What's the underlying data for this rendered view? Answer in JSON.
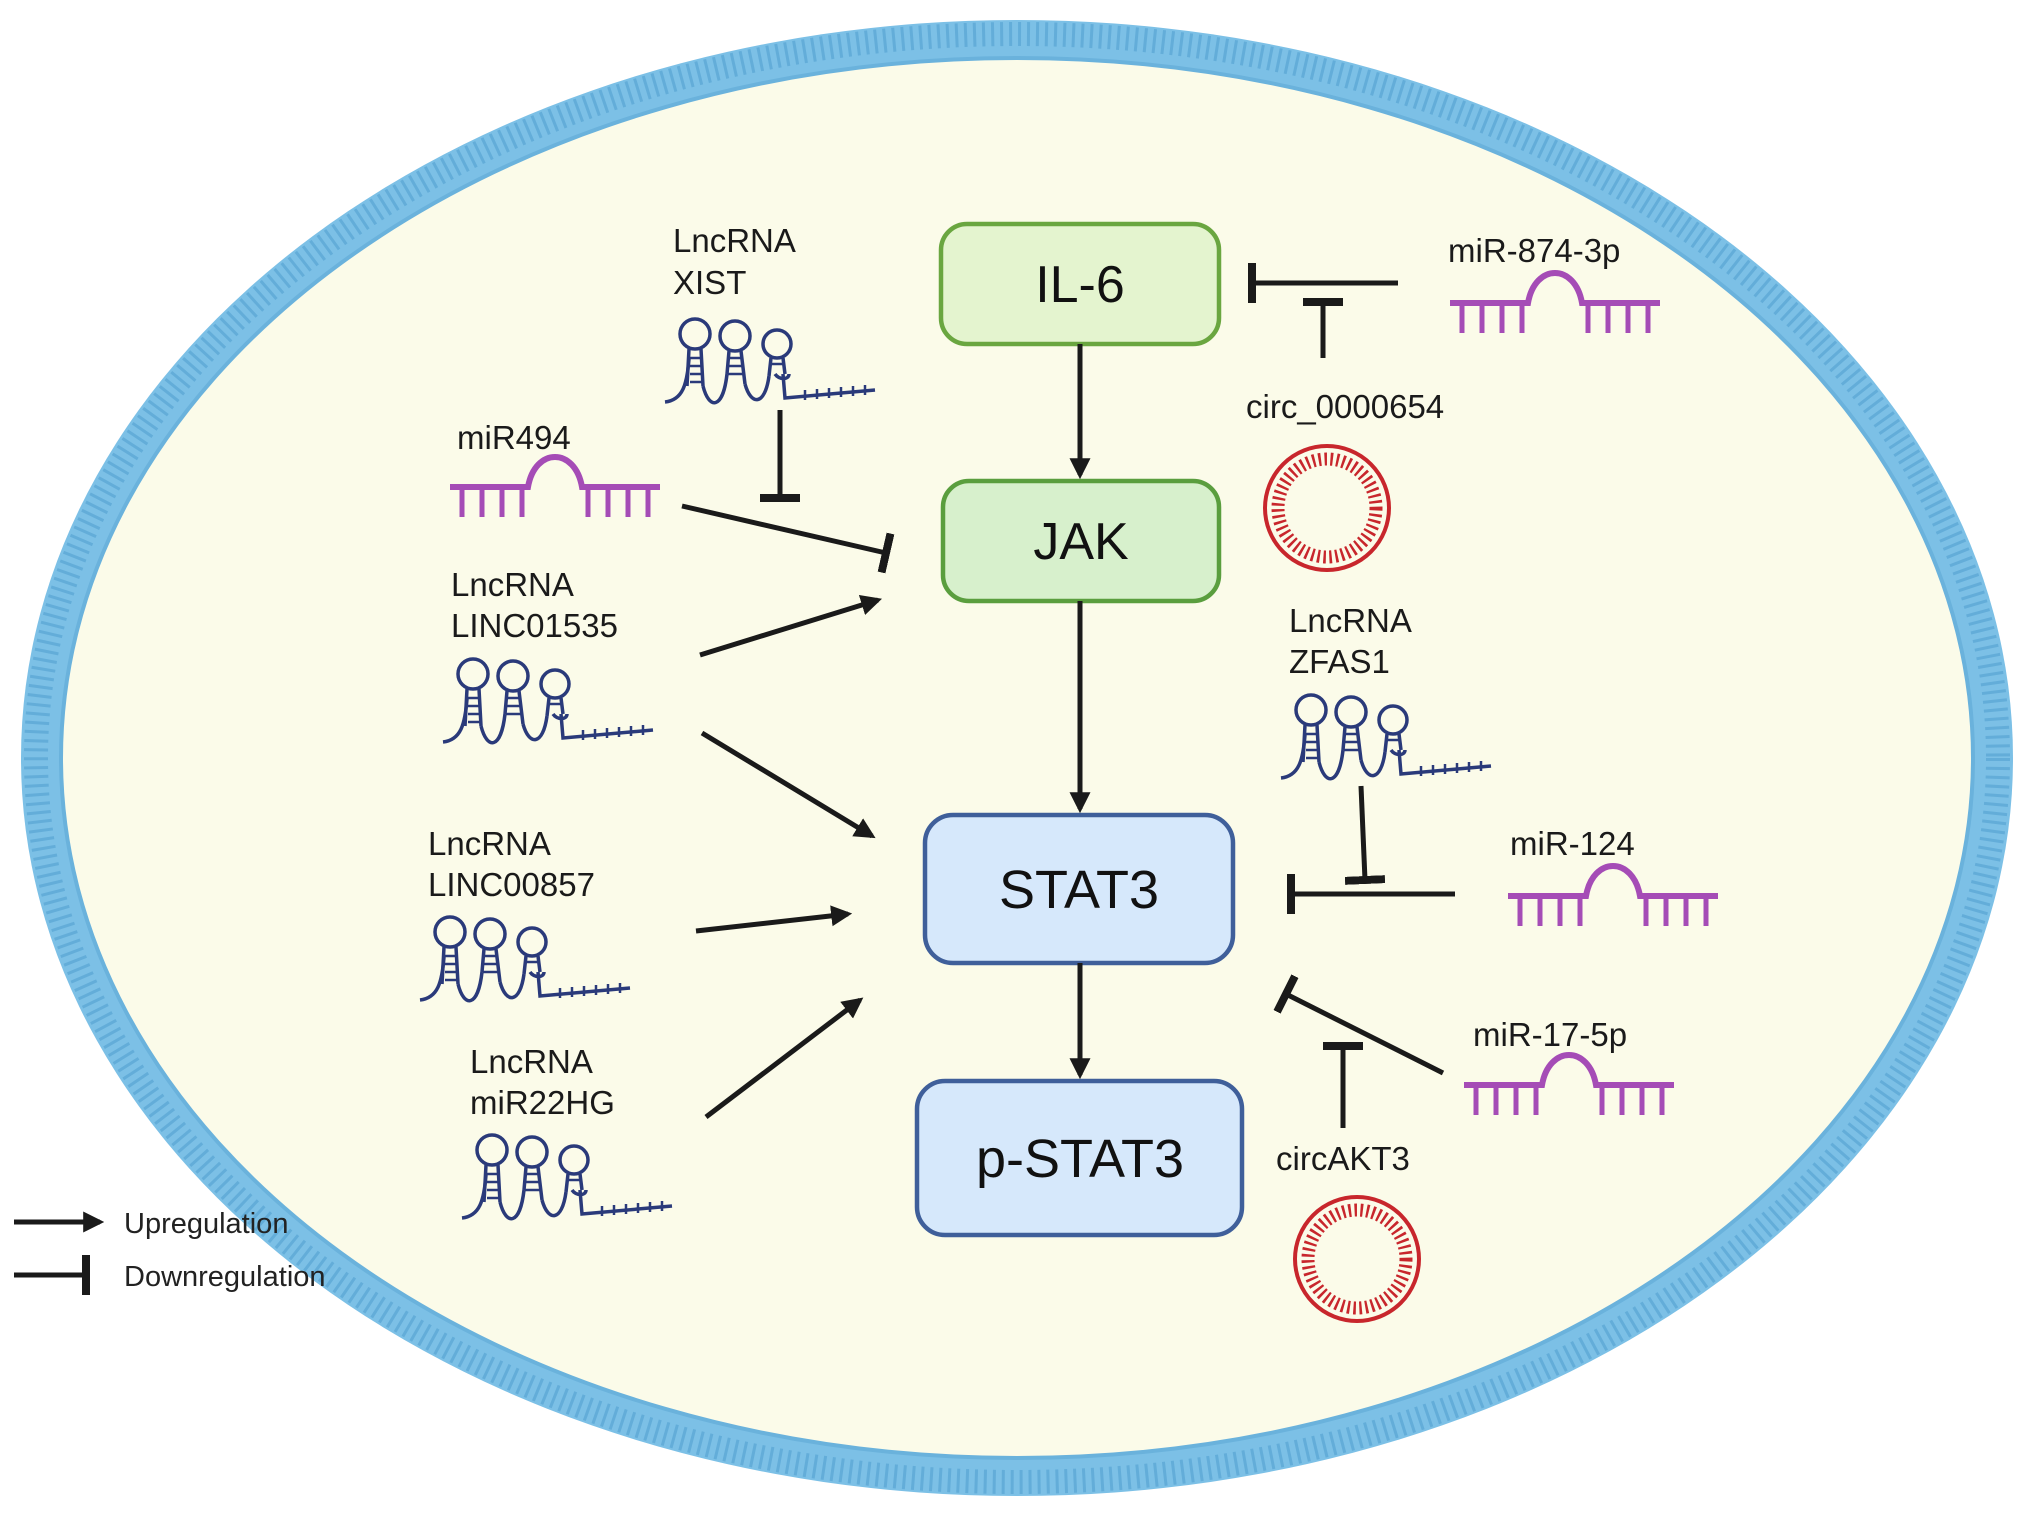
{
  "colors": {
    "membrane": "#7cc0e6",
    "membrane_dark": "#5aa9d8",
    "cytoplasm": "#fbfbe9",
    "il6_fill": "#e4f4cf",
    "il6_stroke": "#6aa640",
    "jak_fill": "#d7f0cc",
    "jak_stroke": "#5a9e3e",
    "stat_fill": "#d6e8fb",
    "stat_stroke": "#3f5f9a",
    "mirna": "#a54cb6",
    "lncrna": "#2a3a7a",
    "circrna": "#c8262c",
    "arrow": "#1a1a1a"
  },
  "nodes": {
    "il6": "IL-6",
    "jak": "JAK",
    "stat3": "STAT3",
    "pstat3": "p-STAT3"
  },
  "regulators": {
    "xist": [
      "LncRNA",
      "XIST"
    ],
    "mir494": "miR494",
    "linc01535": [
      "LncRNA",
      "LINC01535"
    ],
    "linc00857": [
      "LncRNA",
      "LINC00857"
    ],
    "mir22hg": [
      "LncRNA",
      "miR22HG"
    ],
    "mir874": "miR-874-3p",
    "circ654": "circ_0000654",
    "zfas1": [
      "LncRNA",
      "ZFAS1"
    ],
    "mir124": "miR-124",
    "mir17": "miR-17-5p",
    "circakt3": "circAKT3"
  },
  "legend": {
    "up": "Upregulation",
    "down": "Downregulation"
  }
}
